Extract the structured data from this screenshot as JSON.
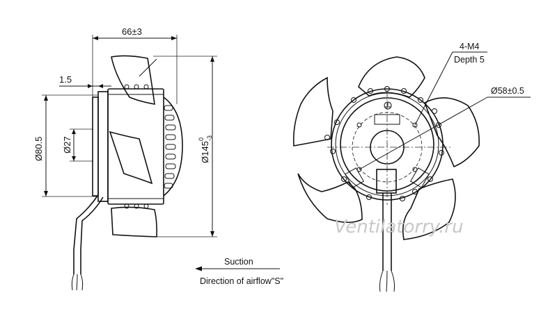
{
  "side_view": {
    "dim_depth": "66±3",
    "dim_offset": "1.5",
    "dim_hub_dia": "Ø80.5",
    "dim_shaft_dia": "Ø27",
    "dim_blade_dia_main": "Ø145",
    "dim_blade_dia_sup": "0",
    "dim_blade_dia_sub": "-3"
  },
  "front_view": {
    "callout_holes": "4-M4",
    "callout_depth": "Depth 5",
    "dim_bolt_circle": "Ø58±0.5"
  },
  "airflow": {
    "suction_label": "Suction",
    "direction_label": "Direction of airflow\"S\""
  },
  "watermark": "Ventilatorry.ru"
}
